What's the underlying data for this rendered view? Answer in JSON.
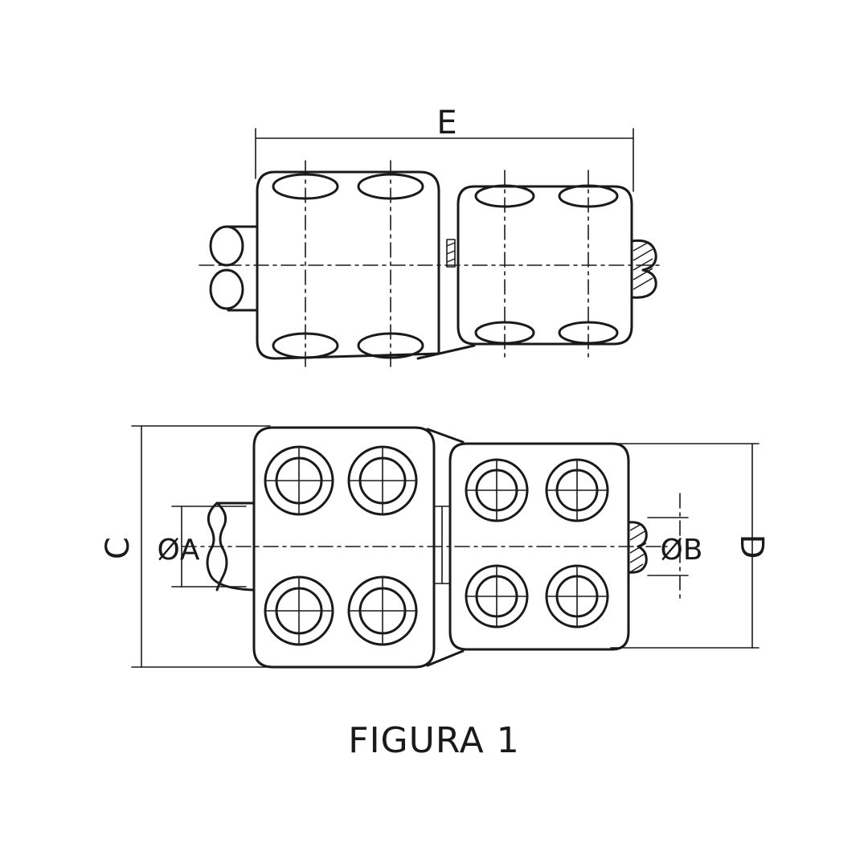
{
  "diagram": {
    "labels": {
      "E": "E",
      "C": "C",
      "D": "D",
      "A": "ØA",
      "B": "ØB"
    },
    "caption": "FIGURA 1"
  }
}
